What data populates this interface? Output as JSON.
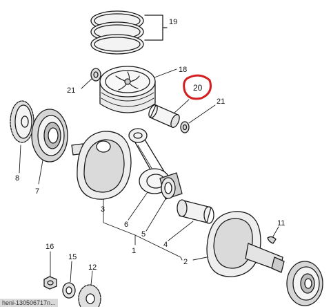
{
  "colors": {
    "line": "#1a1a1a",
    "shade": "#9a9a9a",
    "highlight": "#d31f1f",
    "caption_bg": "#d9d9d9"
  },
  "callouts": {
    "c1": "1",
    "c2": "2",
    "c3": "3",
    "c4": "4",
    "c5": "5",
    "c6": "6",
    "c7": "7",
    "c8": "8",
    "c11": "11",
    "c12": "12",
    "c15": "15",
    "c16": "16",
    "c18": "18",
    "c19": "19",
    "c20": "20",
    "c21a": "21",
    "c21b": "21"
  },
  "caption": "heni-130506717n..."
}
